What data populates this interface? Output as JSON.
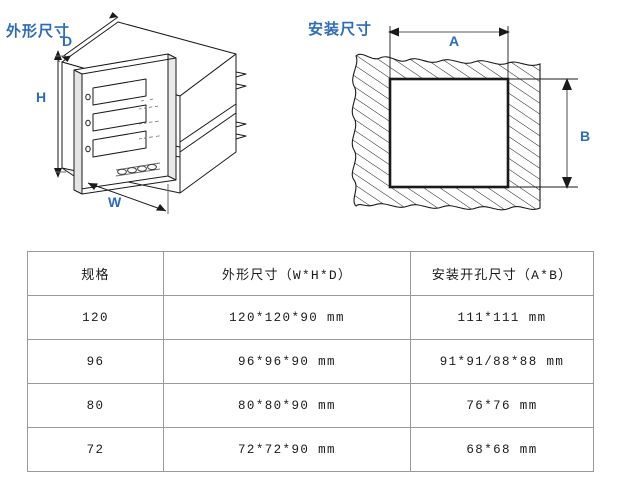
{
  "diagrams": {
    "outline": {
      "heading": "外形尺寸",
      "labels": {
        "d": "D",
        "h": "H",
        "w": "W"
      }
    },
    "mounting": {
      "heading": "安装尺寸",
      "labels": {
        "a": "A",
        "b": "B"
      }
    }
  },
  "colors": {
    "label_blue": "#2e6db4",
    "line": "#1a1a1a",
    "table_border": "#9a9a9a"
  },
  "table": {
    "headers": [
      "规格",
      "外形尺寸（W*H*D）",
      "安装开孔尺寸（A*B）"
    ],
    "rows": [
      {
        "size": "120",
        "outline": "120*120*90 mm",
        "cutout": "111*111 mm"
      },
      {
        "size": "96",
        "outline": "96*96*90 mm",
        "cutout": "91*91/88*88 mm"
      },
      {
        "size": "80",
        "outline": "80*80*90 mm",
        "cutout": "76*76 mm"
      },
      {
        "size": "72",
        "outline": "72*72*90 mm",
        "cutout": "68*68 mm"
      }
    ]
  }
}
